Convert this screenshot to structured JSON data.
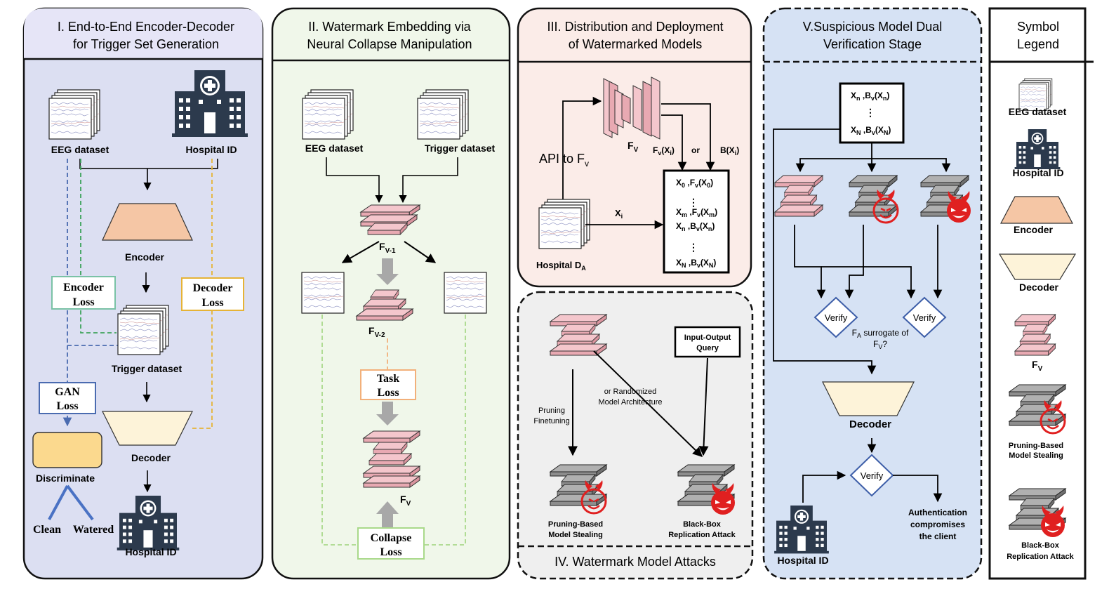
{
  "panels": {
    "p1": {
      "title_line1": "I. End-to-End Encoder-Decoder",
      "title_line2": "for Trigger Set Generation"
    },
    "p2": {
      "title_line1": "II. Watermark Embedding via",
      "title_line2": "Neural Collapse Manipulation"
    },
    "p3": {
      "title_line1": "III. Distribution and Deployment",
      "title_line2": "of Watermarked Models"
    },
    "p4": {
      "title": "IV. Watermark Model Attacks"
    },
    "p5": {
      "title_line1": "V.Suspicious Model Dual",
      "title_line2": "Verification Stage"
    },
    "legend": {
      "title_line1": "Symbol",
      "title_line2": "Legend"
    }
  },
  "p1": {
    "eeg_dataset": "EEG dataset",
    "hospital_id": "Hospital ID",
    "encoder": "Encoder",
    "encoder_loss_1": "Encoder",
    "encoder_loss_2": "Loss",
    "decoder_loss_1": "Decoder",
    "decoder_loss_2": "Loss",
    "trigger_dataset": "Trigger dataset",
    "gan_loss_1": "GAN",
    "gan_loss_2": "Loss",
    "decoder": "Decoder",
    "discriminate": "Discriminate",
    "clean": "Clean",
    "watered": "Watered",
    "hospital_id_bottom": "Hospital ID"
  },
  "p2": {
    "eeg_dataset": "EEG dataset",
    "trigger_dataset": "Trigger dataset",
    "fv1": "F",
    "fv1_sub": "V-1",
    "fv2": "F",
    "fv2_sub": "V-2",
    "task_loss_1": "Task",
    "task_loss_2": "Loss",
    "fv": "F",
    "fv_sub": "V",
    "collapse_loss_1": "Collapse",
    "collapse_loss_2": "Loss"
  },
  "p3": {
    "fv": "F",
    "fv_sub": "V",
    "api": "API to F",
    "api_sub": "v",
    "fv_xi": "F",
    "fv_xi_sub": "v",
    "fv_xi_arg": "(X",
    "fv_xi_arg_sub": "i",
    "fv_xi_close": ")",
    "or": "or",
    "b_xi": "B(X",
    "b_xi_sub": "i",
    "b_xi_close": ")",
    "xi": "X",
    "xi_sub": "i",
    "hospital": "Hospital D",
    "hospital_sub": "A",
    "rows": [
      {
        "a": "X",
        "a_sub": "0",
        "f": "F",
        "f_sub": "v",
        "arg": "(X",
        "arg_sub": "0",
        "close": ")"
      },
      {
        "a": "X",
        "a_sub": "m",
        "f": "F",
        "f_sub": "v",
        "arg": "(X",
        "arg_sub": "m",
        "close": ")"
      },
      {
        "a": "X",
        "a_sub": "n",
        "f": "B",
        "f_sub": "v",
        "arg": "(X",
        "arg_sub": "n",
        "close": ")"
      },
      {
        "a": "X",
        "a_sub": "N",
        "f": "B",
        "f_sub": "v",
        "arg": "(X",
        "arg_sub": "N",
        "close": ")"
      }
    ]
  },
  "p4": {
    "input_output_1": "Input-Output",
    "input_output_2": "Query",
    "randomized_1": "or Randomized",
    "randomized_2": "Model Architecture",
    "pruning_1": "Pruning",
    "pruning_2": "Finetuning",
    "pruning_stealing_1": "Pruning-Based",
    "pruning_stealing_2": "Model Stealing",
    "blackbox_1": "Black-Box",
    "blackbox_2": "Replication Attack"
  },
  "p5": {
    "rows": [
      {
        "a": "X",
        "a_sub": "n",
        "f": "B",
        "f_sub": "v",
        "arg": "(X",
        "arg_sub": "n",
        "close": ")"
      },
      {
        "a": "X",
        "a_sub": "N",
        "f": "B",
        "f_sub": "v",
        "arg": "(X",
        "arg_sub": "N",
        "close": ")"
      }
    ],
    "verify": "Verify",
    "surrogate_1": "F",
    "surrogate_1_sub": "A",
    "surrogate_1_rest": " surrogate of",
    "surrogate_2": "F",
    "surrogate_2_sub": "V",
    "surrogate_2_rest": "?",
    "decoder": "Decoder",
    "hospital_id": "Hospital ID",
    "auth_1": "Authentication",
    "auth_2": "compromises",
    "auth_3": "the client"
  },
  "legend": {
    "eeg_dataset": "EEG dataset",
    "hospital_id": "Hospital ID",
    "encoder": "Encoder",
    "decoder": "Decoder",
    "fv": "F",
    "fv_sub": "V",
    "pruning_1": "Pruning-Based",
    "pruning_2": "Model Stealing",
    "blackbox_1": "Black-Box",
    "blackbox_2": "Replication Attack"
  },
  "colors": {
    "panel1_bg": "#dcdff2",
    "panel1_header": "#e6e5f7",
    "panel2_bg": "#f0f7ea",
    "panel3_bg": "#fbece8",
    "panel4_bg": "#efefef",
    "panel5_bg": "#d6e2f4",
    "encoder": "#f5c6a5",
    "decoder": "#fdf3d9",
    "model_pink": "#f4c6cc",
    "model_gray": "#9d9d9d",
    "blue_dash": "#4a6bb0",
    "green_dash": "#3ea35c",
    "orange_dash": "#e6b336",
    "devil_red": "#e02020"
  }
}
